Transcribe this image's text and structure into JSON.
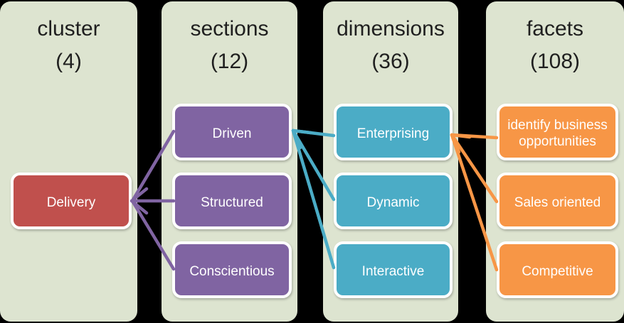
{
  "diagram": {
    "columns": [
      {
        "title": "cluster",
        "count": "(4)",
        "items": [
          {
            "label": "Delivery"
          }
        ]
      },
      {
        "title": "sections",
        "count": "(12)",
        "items": [
          {
            "label": "Driven"
          },
          {
            "label": "Structured"
          },
          {
            "label": "Conscientious"
          }
        ]
      },
      {
        "title": "dimensions",
        "count": "(36)",
        "items": [
          {
            "label": "Enterprising"
          },
          {
            "label": "Dynamic"
          },
          {
            "label": "Interactive"
          }
        ]
      },
      {
        "title": "facets",
        "count": "(108)",
        "items": [
          {
            "label": "identify business opportunities"
          },
          {
            "label": "Sales oriented"
          },
          {
            "label": "Competitive"
          }
        ]
      }
    ],
    "connections": [
      {
        "from": "Delivery",
        "to": [
          "Driven",
          "Structured",
          "Conscientious"
        ],
        "color_key": "sections_accent"
      },
      {
        "from": "Driven",
        "to": [
          "Enterprising",
          "Dynamic",
          "Interactive"
        ],
        "color_key": "dimensions_accent"
      },
      {
        "from": "Enterprising",
        "to": [
          "identify business opportunities",
          "Sales oriented",
          "Competitive"
        ],
        "color_key": "facets_accent"
      }
    ]
  },
  "colors": {
    "background": "#000000",
    "column_bg": "#dde4d0",
    "header_text": "#1f1f1f",
    "cluster_accent": "#c0504d",
    "sections_accent": "#8064a2",
    "dimensions_accent": "#4bacc6",
    "facets_accent": "#f79646",
    "box_text": "#ffffff",
    "box_border": "#ffffff"
  }
}
